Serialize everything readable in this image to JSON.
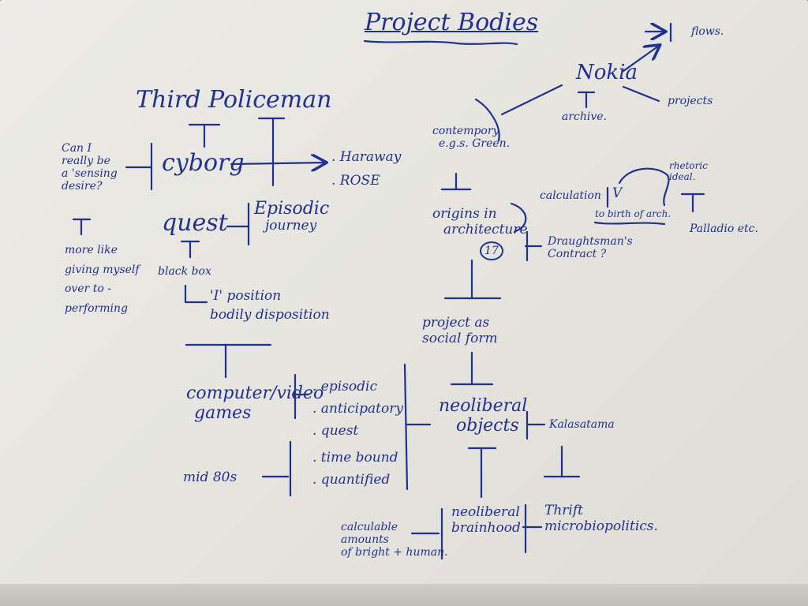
{
  "diagram": {
    "title": "Project Bodies",
    "nodes": {
      "third_policeman": "Third Policeman",
      "cyborg": "cyborg",
      "haraway": ". Haraway",
      "rose": ". ROSE",
      "can_i": [
        "Can I",
        "really be",
        "a 'sensing",
        "desire?"
      ],
      "more_like": [
        "more like",
        "giving myself",
        "over to -",
        "performing"
      ],
      "quest": "quest",
      "episodic_journey": [
        "Episodic",
        "journey"
      ],
      "black_box": "black box",
      "i_position": [
        "'I' position",
        "bodily disposition"
      ],
      "computer_games": [
        "computer/video",
        "games"
      ],
      "game_traits": [
        ". episodic",
        ". anticipatory",
        ". quest",
        ". time bound",
        ". quantified"
      ],
      "mid_80s": "mid 80s",
      "nokia": "Nokia",
      "flows": "flows.",
      "projects": "projects",
      "archive": "archive.",
      "contemporary": [
        "contempory",
        "e.g.s. Green."
      ],
      "calculation": "calculation",
      "v": "V",
      "to_birth": "to birth of arch.",
      "rhetoric_ideal": [
        "rhetoric",
        "ideal."
      ],
      "palladio": "Palladio etc.",
      "origins": [
        "origins in",
        "architecture"
      ],
      "seventeen": "17",
      "draughtsman": [
        "Draughtsman's",
        "Contract ?"
      ],
      "project_social": [
        "project as",
        "social form"
      ],
      "neoliberal_objects": [
        "neoliberal",
        "objects"
      ],
      "kalasatama": "Kalasatama",
      "neoliberal_brainhood": [
        "neoliberal",
        "brainhood"
      ],
      "calculable": [
        "calculable",
        "amounts",
        "of bright + human."
      ],
      "thrift": [
        "Thrift",
        "microbiopolitics."
      ]
    }
  },
  "colors": {
    "ink": "#22308f",
    "paper": "#e9e8e2",
    "backdrop": "#4a4a47"
  }
}
